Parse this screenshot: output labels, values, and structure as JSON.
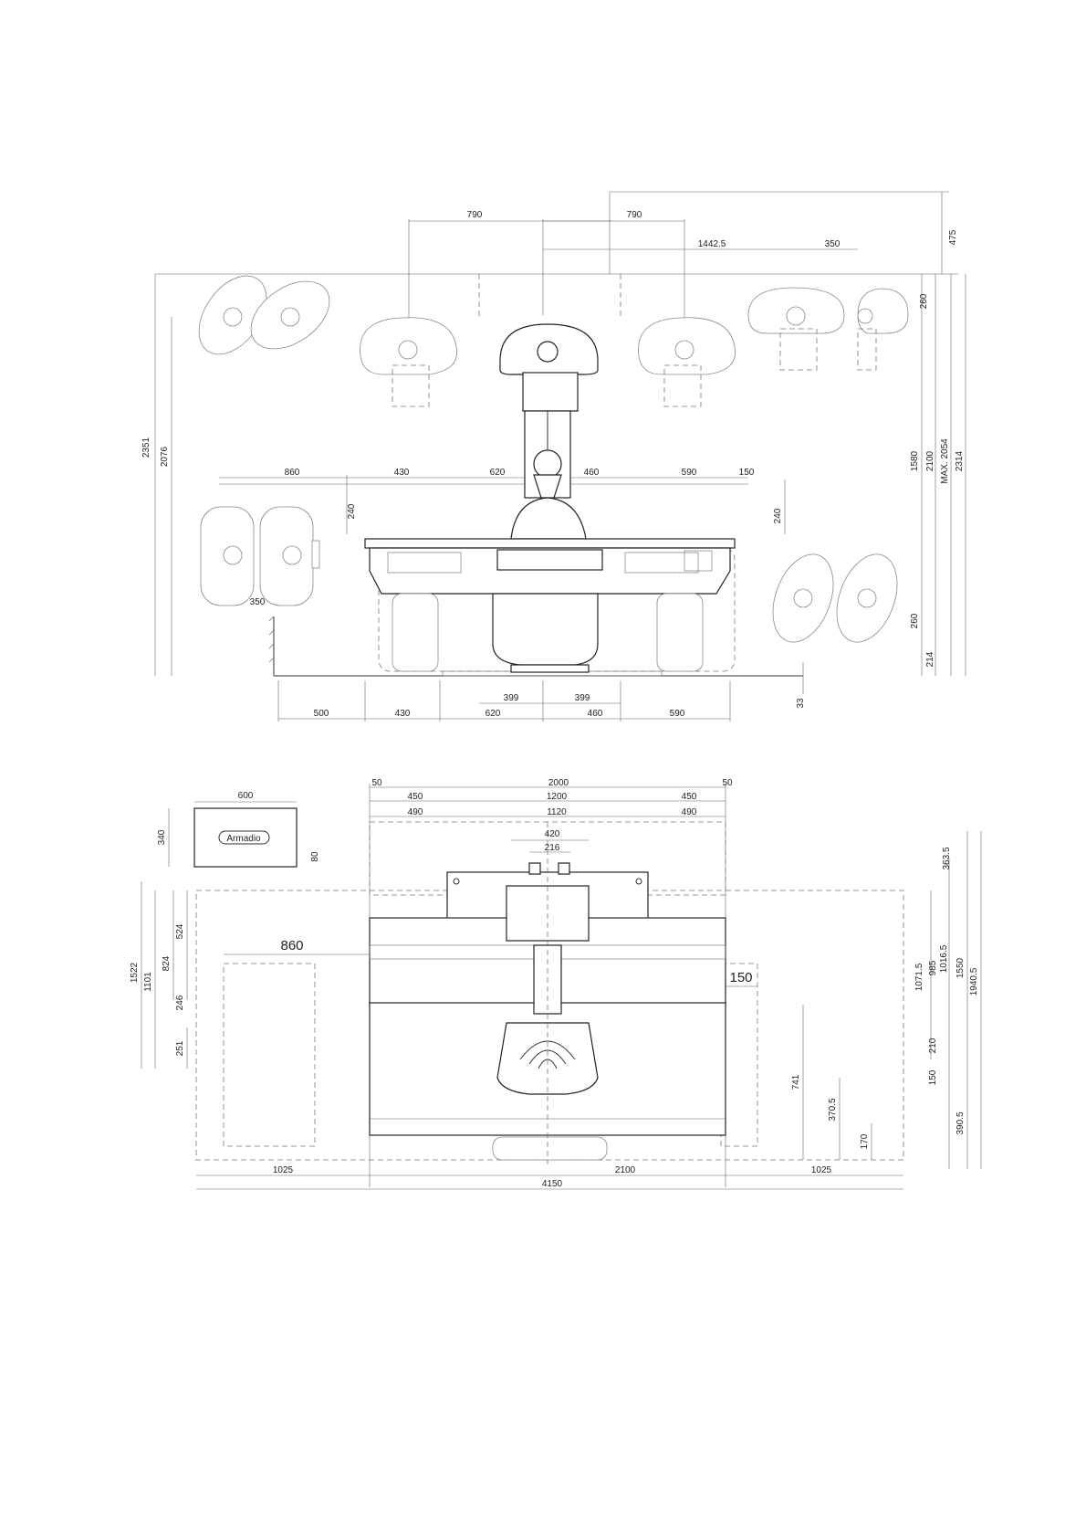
{
  "side_view": {
    "top_dims": [
      "790",
      "790",
      "1442.5",
      "350",
      "475"
    ],
    "mid_dims": [
      "860",
      "430",
      "620",
      "460",
      "590",
      "150"
    ],
    "left_vertical": [
      "2351",
      "2076",
      "240"
    ],
    "right_vertical": [
      "260",
      "1580",
      "2100",
      "MAX. 2054",
      "2314",
      "240",
      "260",
      "214",
      "33"
    ],
    "bottom_dims": [
      "399",
      "399",
      "500",
      "430",
      "620",
      "460",
      "590"
    ],
    "small_dims": [
      "350"
    ]
  },
  "plan_view": {
    "console_label": "Armadio",
    "console_width": "600",
    "console_height": "340",
    "top_dims": [
      "50",
      "2000",
      "50",
      "450",
      "1200",
      "450",
      "490",
      "1120",
      "490",
      "420",
      "216",
      "80"
    ],
    "left_vertical": [
      "1522",
      "1101",
      "824",
      "524",
      "246",
      "251"
    ],
    "right_vertical": [
      "363.5",
      "1071.5",
      "985",
      "1016.5",
      "1550",
      "1940.5",
      "210",
      "150",
      "390.5",
      "741",
      "370.5",
      "170"
    ],
    "large_dims": [
      "860",
      "150"
    ],
    "bottom_dims": [
      "1025",
      "2100",
      "1025",
      "4150"
    ]
  }
}
